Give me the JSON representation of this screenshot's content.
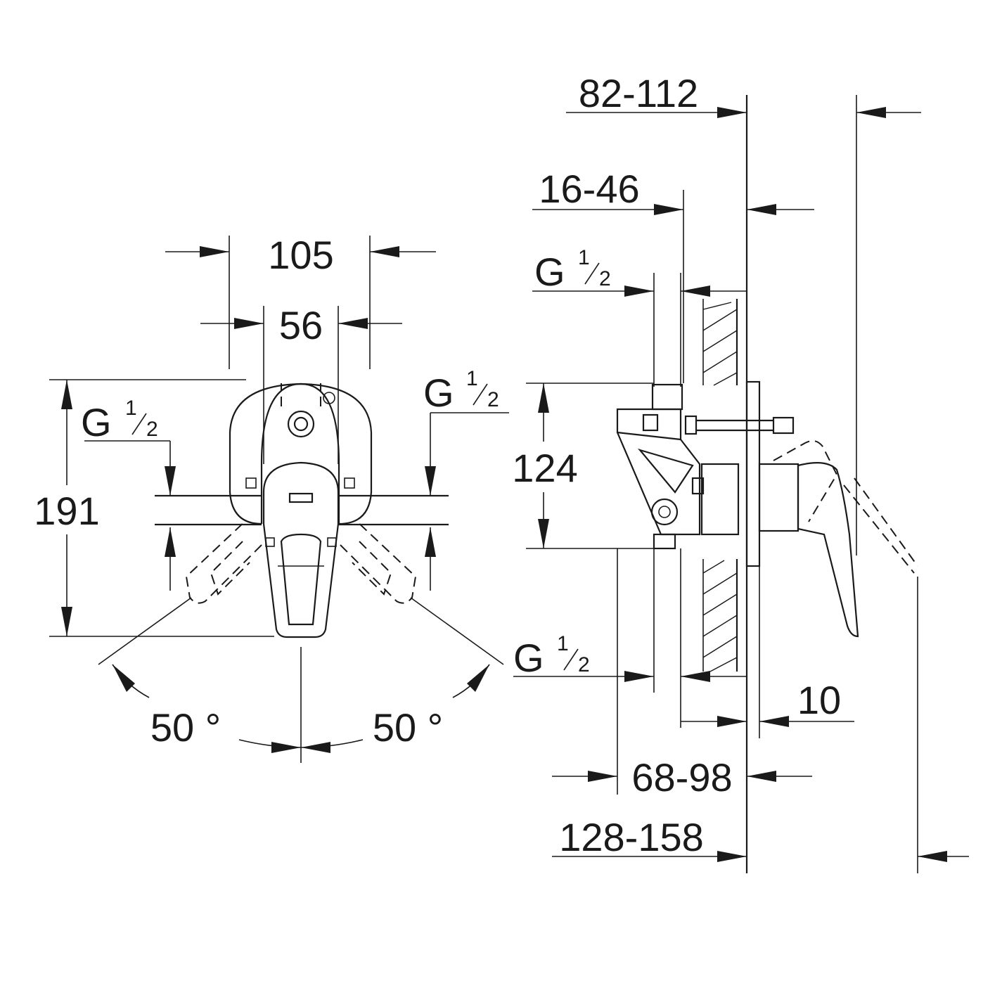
{
  "front_view": {
    "width_outer": "105",
    "width_inner": "56",
    "height": "191",
    "thread_left": {
      "main": "G",
      "num": "1",
      "den": "2"
    },
    "thread_right": {
      "main": "G",
      "num": "1",
      "den": "2"
    },
    "angle_left": "50 °",
    "angle_right": "50 °"
  },
  "side_view": {
    "depth_total": "82-112",
    "depth_body": "16-46",
    "thread_top": {
      "main": "G",
      "num": "1",
      "den": "2"
    },
    "thread_bottom": {
      "main": "G",
      "num": "1",
      "den": "2"
    },
    "height_plate": "124",
    "plate_gap": "10",
    "range_1": "68-98",
    "range_2": "128-158"
  }
}
